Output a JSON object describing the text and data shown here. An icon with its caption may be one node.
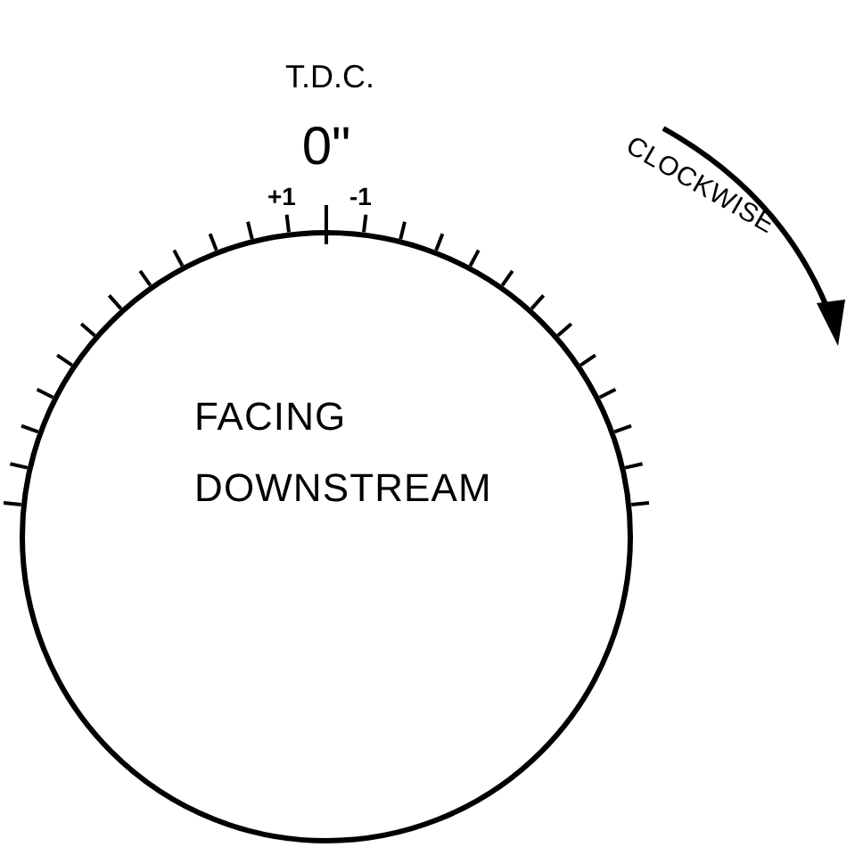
{
  "diagram": {
    "nodes": [
      {
        "text": [
          "FACING DOWNSTREAM"
        ]
      }
    ],
    "edges": [],
    "labels": [
      "T.D.C.",
      "0\"",
      "+1",
      "-1",
      "CLOCKWISE"
    ]
  }
}
